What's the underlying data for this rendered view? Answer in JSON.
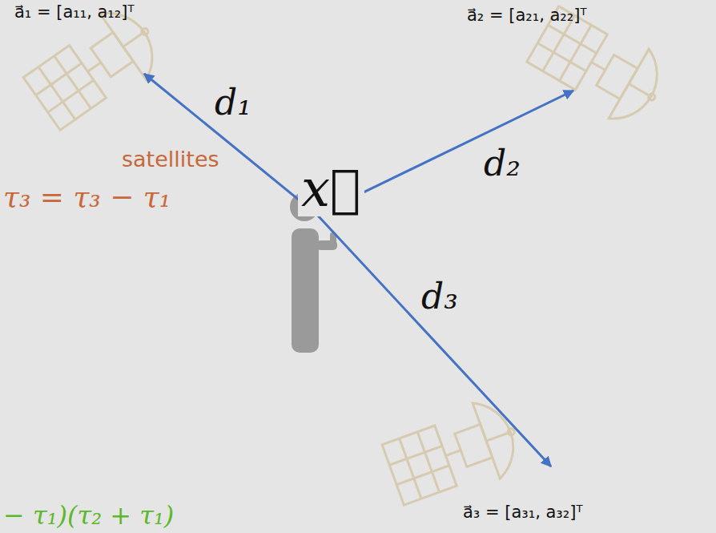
{
  "diagram": {
    "labels": [
      "a⃗₁ = [a₁₁, a₁₂]ᵀ",
      "a⃗₂ = [a₂₁, a₂₂]ᵀ",
      "d₁",
      "x⃗",
      "d₂",
      "satellites",
      "τ₃ = τ₃ − τ₁",
      "d₃",
      "− τ₁)(τ₂ + τ₁)",
      "a⃗₃ = [a₃₁, a₃₂]ᵀ"
    ]
  }
}
